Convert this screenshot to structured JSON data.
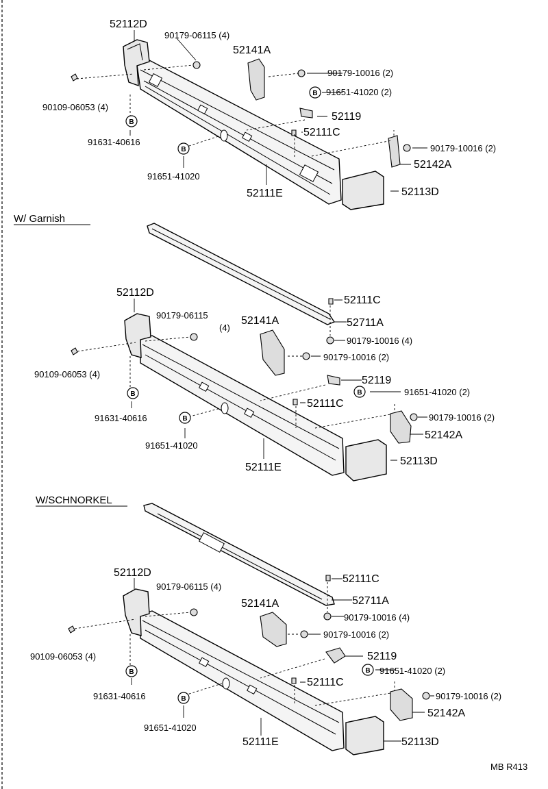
{
  "border_style": "dashed-left-edge",
  "group1": {
    "labels": {
      "l_52112d": "52112D",
      "l_90179_06115": "90179-06115 (4)",
      "l_52141a": "52141A",
      "l_90179_10016_a": "90179-10016 (2)",
      "l_91651_41020_a": "91651-41020 (2)",
      "l_90109_06053": "90109-06053 (4)",
      "l_52119": "52119",
      "l_52111c": "52111C",
      "l_90179_10016_b": "90179-10016 (2)",
      "l_91631_40616": "91631-40616",
      "l_52142a": "52142A",
      "l_91651_41020_b": "91651-41020",
      "l_52111e": "52111E",
      "l_52113d": "52113D"
    }
  },
  "group2": {
    "heading": "W/ Garnish",
    "labels": {
      "l_52112d": "52112D",
      "l_90179_06115": "90179-06115",
      "l_qty4": "(4)",
      "l_52111c_top": "52111C",
      "l_52141a": "52141A",
      "l_52711a": "52711A",
      "l_90179_10016_4": "90179-10016 (4)",
      "l_90109_06053": "90109-06053 (4)",
      "l_90179_10016_2": "90179-10016 (2)",
      "l_52119": "52119",
      "l_91651_41020_a": "91651-41020 (2)",
      "l_52111c": "52111C",
      "l_90179_10016_b": "90179-10016 (2)",
      "l_91631_40616": "91631-40616",
      "l_52142a": "52142A",
      "l_91651_41020_b": "91651-41020",
      "l_52111e": "52111E",
      "l_52113d": "52113D"
    }
  },
  "group3": {
    "heading": "W/SCHNORKEL",
    "labels": {
      "l_52112d": "52112D",
      "l_90179_06115": "90179-06115 (4)",
      "l_52111c_top": "52111C",
      "l_52711a": "52711A",
      "l_52141a": "52141A",
      "l_90179_10016_4": "90179-10016 (4)",
      "l_90109_06053": "90109-06053 (4)",
      "l_90179_10016_2": "90179-10016 (2)",
      "l_52119": "52119",
      "l_91651_41020_a": "91651-41020 (2)",
      "l_52111c": "52111C",
      "l_90179_10016_b": "90179-10016 (2)",
      "l_91631_40616": "91631-40616",
      "l_52142a": "52142A",
      "l_91651_41020_b": "91651-41020",
      "l_52111e": "52111E",
      "l_52113d": "52113D"
    }
  },
  "circle_marker": "B",
  "footer_code": "MB R413"
}
